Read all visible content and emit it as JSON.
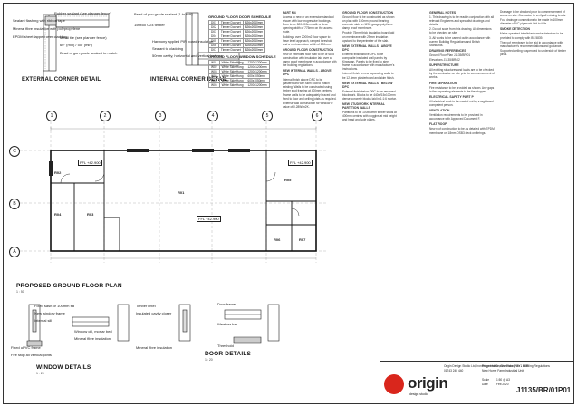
{
  "titles": {
    "external_corner": "EXTERNAL CORNER DETAIL",
    "internal_corner": "INTERNAL CORNER DETAIL",
    "floor_plan": "PROPOSED GROUND FLOOR PLAN",
    "window": "WINDOW DETAILS",
    "door": "DOOR DETAILS",
    "scale": "1 : 20",
    "scale_plan": "1 : 50"
  },
  "gridlines": {
    "columns": [
      "1",
      "2",
      "3",
      "4",
      "5",
      "6"
    ],
    "rows": [
      "A",
      "B",
      "C"
    ]
  },
  "rooms": [
    "R01",
    "R02",
    "R03",
    "R04",
    "R05",
    "R06",
    "R07"
  ],
  "ffl_tags": [
    "FFL +42.900",
    "FFL +42.900",
    "FFL +42.900"
  ],
  "ext_labels": [
    "Rubber sealant (see planner fence)",
    "Sealant flashing with ribbon tape",
    "Mineral fibre insulation with polypropylene",
    "EPDM sheet lapped over cladding",
    "Metal tile (see planner fence)",
    "60° (min) / 50° (min)",
    "Bead of gun grade sealant to match"
  ],
  "int_labels": [
    "Bead of gun grade sealant (1 to suit)",
    "150x50 C24 timber",
    "Harmony applied PIR board insulation",
    "Sealant to cladding",
    "50mm cavity, horizontal and vertical battens"
  ],
  "ground_floor_table": {
    "heading": "GROUND FLOOR DOOR SCHEDULE",
    "rows": [
      [
        "D01",
        "Timber Doorset",
        "826x2040mm"
      ],
      [
        "D02",
        "Timber Doorset",
        "826x2040mm"
      ],
      [
        "D03",
        "Timber Doorset",
        "826x2040mm"
      ],
      [
        "D04",
        "Timber Doorset",
        "826x2040mm"
      ],
      [
        "D05",
        "Timber Doorset",
        "826x2040mm"
      ],
      [
        "D06",
        "Timber Doorset",
        "826x2040mm"
      ],
      [
        "D07",
        "Timber Doorset",
        "826x2040mm"
      ]
    ]
  },
  "window_table": {
    "heading": "GROUND FLOOR WINDOW SCHEDULE",
    "rows": [
      [
        "W01",
        "White Side Hung",
        "1200x1200mm"
      ],
      [
        "W02",
        "White Side Hung",
        "1200x1200mm"
      ],
      [
        "W03",
        "White Side Hung",
        "1200x1200mm"
      ],
      [
        "W04",
        "White Side Hung",
        "600x1050mm"
      ],
      [
        "W05",
        "White Side Hung",
        "600x1050mm"
      ],
      [
        "W06",
        "White Side Hung",
        "1200x1200mm"
      ]
    ]
  },
  "notes": {
    "col1_heading": "PART M4",
    "col1": [
      "Access to new or an extension standard shown with low progressive bookings. Door to be 800-900mm with a clear opening width of 775mm on the access route.",
      "Buildings over 2000m2 floor space to have level approach, ramped threshold and a minimum door width of 800mm.",
      "GROUND FLOOR CONSTRUCTION",
      "New or extended floor slab to be of solid construction with insulation laid over a damp proof membrane in accordance with the building regulations.",
      "NEW INTERNAL WALLS - ABOVE DPC",
      "Internal finish above DPC to be plasterboard with skim coat to match existing. Walls to be constructed using timber stud framing at 400mm centres.",
      "Frame walls to be adequately braced and fixed to floor and ceiling joists as required.",
      "External wall construction for window U value of 0.28W/m2K."
    ],
    "col2_heading": "GROUND FLOOR CONSTRUCTION",
    "col2": [
      "Ground floor to be constructed as shown on plan with 150mm ground bearing concrete slab on 1200 gauge polythene damp proof membrane.",
      "Provide 75mm thick insulation board laid on membrane with 25mm insulation upstand to the perimeter of the slab.",
      "NEW EXTERNAL WALLS - ABOVE DPC",
      "External finish above DPC to be composite insulated wall panels by Kingspan. Panels to be fixed to steel frame in accordance with manufacturer's instructions.",
      "Internal finish to new separating walls to be 12.5mm plasterboard and skim finish.",
      "NEW EXTERNAL WALLS - BELOW DPC",
      "External finish below DPC to be rendered blockwork. Blocks to be 440x215x100mm dense concrete blocks laid in 1:1:6 mortar.",
      "NEW STUDWORK INTERNAL PARTITION WALLS",
      "Partitions to be 100x50mm timber studs at 400mm centres with noggins at mid height and head and sole plates."
    ],
    "col3_heading": "GENERAL NOTES",
    "col3": [
      "1. This drawing is to be read in conjunction with all relevant Engineers and specialist drawings and details.",
      "2. Do not scale from this drawing. All dimensions to be checked on site.",
      "3. All works to be carried out in accordance with current Building Regulations and British Standards.",
      "DRAWING REFERENCES",
      "Ground Floor Plan  J1135/BR/01",
      "Elevations  J1135/BR/02",
      "SUPERSTRUCTURE",
      "All existing structures and loads are to be checked by the contractor on site prior to commencement of works.",
      "FIRE SEPARATION",
      "Fire resistance to be provided as shown. Any gaps in fire separating elements to be fire stopped.",
      "ELECTRICAL SAFETY PART P",
      "All electrical work to be carried out by a registered competent person.",
      "VENTILATION",
      "Ventilation requirements to be provided in accordance with Approved Document F.",
      "FLAT ROOF",
      "New roof construction to be as detailed with EPDM membrane on 18mm OSB3 deck on firrings."
    ],
    "col4_heading": "",
    "col4": [
      "Drainage to be checked prior to commencement of works on site. Contractor to verify all existing levels.",
      "Foul drainage connections to be made in 100mm diameter uPVC pipework laid to falls.",
      "SMOKE DETECTION",
      "Mains operated interlinked smoke detectors to be provided to comply with BS 5839.",
      "The roof membrane to be laid in accordance with manufacturer's recommendations and guidance.",
      "Supported ceiling suspended to underside of timber joists."
    ]
  },
  "title_block": {
    "company": "origin",
    "company_sub": "design studio",
    "address": "Origin Design Studio Ltd, Ironbridge House, Shrewsbury SY1 4ER",
    "phone": "01743 240 440",
    "project": "Proposed Ground Floor Plan - Building Regulations",
    "client": "New Home Farm Industrial Unit",
    "drawing_no": "J1135/BR/01",
    "rev": "P01",
    "scale_label": "Scale",
    "scale_value": "1:50 @ A3",
    "date_label": "Date",
    "date_value": "Feb 2020"
  },
  "window_labels": [
    "Fixed sash or 100mm sill",
    "New window frame",
    "Internal sill",
    "Window cill, mortar bed",
    "Mineral fibre insulation",
    "Fixed uPVC frame",
    "Fire stop all vertical joints"
  ],
  "door_labels": [
    "Timber lintel",
    "Insulated cavity closer",
    "Door frame",
    "Weather bar",
    "Threshold",
    "Mineral fibre insulation"
  ]
}
